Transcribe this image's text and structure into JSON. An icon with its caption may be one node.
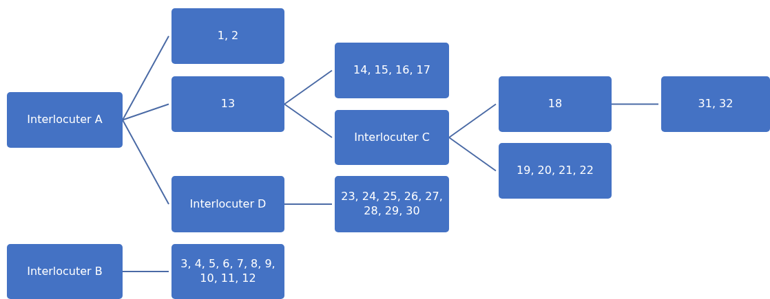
{
  "diagram": {
    "nodes": [
      {
        "text": [
          "Interlocuter A"
        ]
      },
      {
        "text": [
          "1, 2"
        ]
      },
      {
        "text": [
          "13"
        ]
      },
      {
        "text": [
          "Interlocuter D"
        ]
      },
      {
        "text": [
          "14, 15, 16, 17"
        ]
      },
      {
        "text": [
          "Interlocuter C"
        ]
      },
      {
        "text": [
          "23, 24, 25, 26, 27, 28, 29, 30"
        ]
      },
      {
        "text": [
          "18"
        ]
      },
      {
        "text": [
          "19, 20, 21, 22"
        ]
      },
      {
        "text": [
          "31, 32"
        ]
      },
      {
        "text": [
          "Interlocuter B"
        ]
      },
      {
        "text": [
          "3, 4, 5, 6, 7, 8, 9, 10, 11, 12"
        ]
      }
    ],
    "edges": [
      {
        "from": 0,
        "to": 1,
        "arrow": "none"
      },
      {
        "from": 0,
        "to": 2,
        "arrow": "none"
      },
      {
        "from": 0,
        "to": 3,
        "arrow": "none"
      },
      {
        "from": 2,
        "to": 4,
        "arrow": "none"
      },
      {
        "from": 2,
        "to": 5,
        "arrow": "none"
      },
      {
        "from": 3,
        "to": 6,
        "arrow": "none"
      },
      {
        "from": 5,
        "to": 7,
        "arrow": "none"
      },
      {
        "from": 5,
        "to": 8,
        "arrow": "none"
      },
      {
        "from": 7,
        "to": 9,
        "arrow": "none"
      },
      {
        "from": 10,
        "to": 11,
        "arrow": "none"
      }
    ]
  }
}
